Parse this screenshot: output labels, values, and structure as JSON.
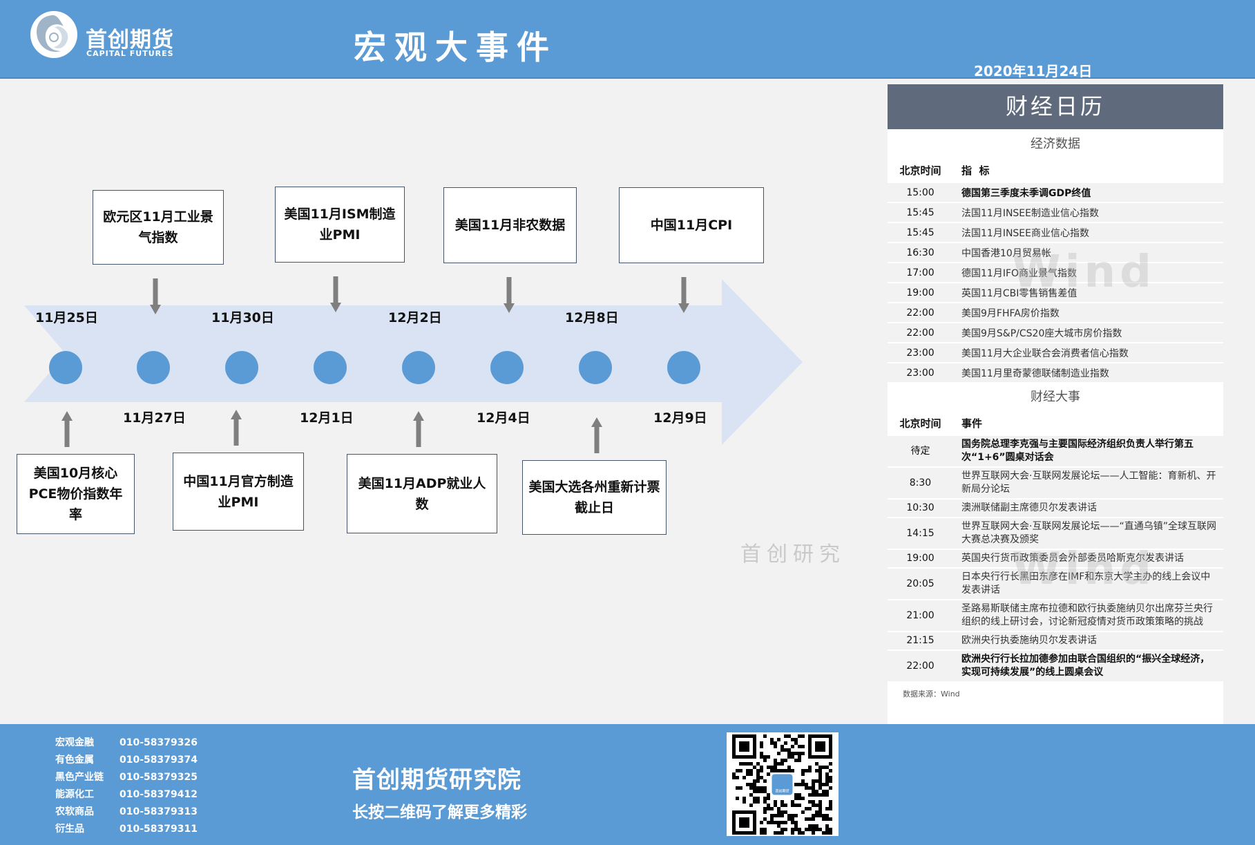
{
  "header": {
    "brand_cn": "首创期货",
    "brand_en": "CAPITAL FUTURES",
    "title": "宏观大事件",
    "date": "2020年11月24日"
  },
  "timeline": {
    "dates": [
      "11月25日",
      "11月27日",
      "11月30日",
      "12月1日",
      "12月2日",
      "12月4日",
      "12月8日",
      "12月9日"
    ],
    "top_events": [
      [
        "欧元区11月工业景",
        "气指数"
      ],
      [
        "美国11月ISM制造",
        "业PMI"
      ],
      [
        "美国11月非农数据"
      ],
      [
        "中国11月CPI"
      ]
    ],
    "bottom_events": [
      [
        "美国10月核心",
        "PCE物价指数年率"
      ],
      [
        "中国11月官方制造",
        "业PMI"
      ],
      [
        "美国11月ADP就业人数"
      ],
      [
        "美国大选各州重新计票",
        "截止日"
      ]
    ],
    "watermark": "首创研究",
    "arrow_color": "#dae3f3",
    "dot_color": "#5b9bd5"
  },
  "calendar": {
    "title": "财经日历",
    "econ_title": "经济数据",
    "econ_headers": [
      "北京时间",
      "指  标"
    ],
    "econ_rows": [
      {
        "time": "15:00",
        "item": "德国第三季度未季调GDP终值"
      },
      {
        "time": "15:45",
        "item": "法国11月INSEE制造业信心指数"
      },
      {
        "time": "15:45",
        "item": "法国11月INSEE商业信心指数"
      },
      {
        "time": "16:30",
        "item": "中国香港10月贸易帐"
      },
      {
        "time": "17:00",
        "item": "德国11月IFO商业景气指数"
      },
      {
        "time": "19:00",
        "item": "英国11月CBI零售销售差值"
      },
      {
        "time": "22:00",
        "item": "美国9月FHFA房价指数"
      },
      {
        "time": "22:00",
        "item": "美国9月S&P/CS20座大城市房价指数"
      },
      {
        "time": "23:00",
        "item": "美国11月大企业联合会消费者信心指数"
      },
      {
        "time": "23:00",
        "item": "美国11月里奇蒙德联储制造业指数"
      }
    ],
    "events_title": "财经大事",
    "events_headers": [
      "北京时间",
      "事件"
    ],
    "events_rows": [
      {
        "time": "待定",
        "item": "国务院总理李克强与主要国际经济组织负责人举行第五次“1+6”圆桌对话会"
      },
      {
        "time": "8:30",
        "item": "世界互联网大会·互联网发展论坛——人工智能：育新机、开新局分论坛"
      },
      {
        "time": "10:30",
        "item": "澳洲联储副主席德贝尔发表讲话"
      },
      {
        "time": "14:15",
        "item": "世界互联网大会·互联网发展论坛——“直通乌镇”全球互联网大赛总决赛及颁奖"
      },
      {
        "time": "19:00",
        "item": "英国央行货币政策委员会外部委员哈斯克尔发表讲话"
      },
      {
        "time": "20:05",
        "item": "日本央行行长黑田东彦在IMF和东京大学主办的线上会议中发表讲话"
      },
      {
        "time": "21:00",
        "item": "圣路易斯联储主席布拉德和欧行执委施纳贝尔出席芬兰央行组织的线上研讨会，讨论新冠疫情对货币政策策略的挑战"
      },
      {
        "time": "21:15",
        "item": "欧洲央行执委施纳贝尔发表讲话"
      },
      {
        "time": "22:00",
        "item": "欧洲央行行长拉加德参加由联合国组织的“振兴全球经济，实现可持续发展”的线上圆桌会议"
      }
    ],
    "wind_watermark": "Wind",
    "source": "数据来源：Wind"
  },
  "footer": {
    "contacts": [
      {
        "dept": "宏观金融",
        "phone": "010-58379326"
      },
      {
        "dept": "有色金属",
        "phone": "010-58379374"
      },
      {
        "dept": "黑色产业链",
        "phone": "010-58379325"
      },
      {
        "dept": "能源化工",
        "phone": "010-58379412"
      },
      {
        "dept": "农软商品",
        "phone": "010-58379313"
      },
      {
        "dept": "衍生品",
        "phone": "010-58379311"
      }
    ],
    "institute": "首创期货研究院",
    "subtitle": "长按二维码了解更多精彩",
    "qr_center": "首创期货"
  }
}
